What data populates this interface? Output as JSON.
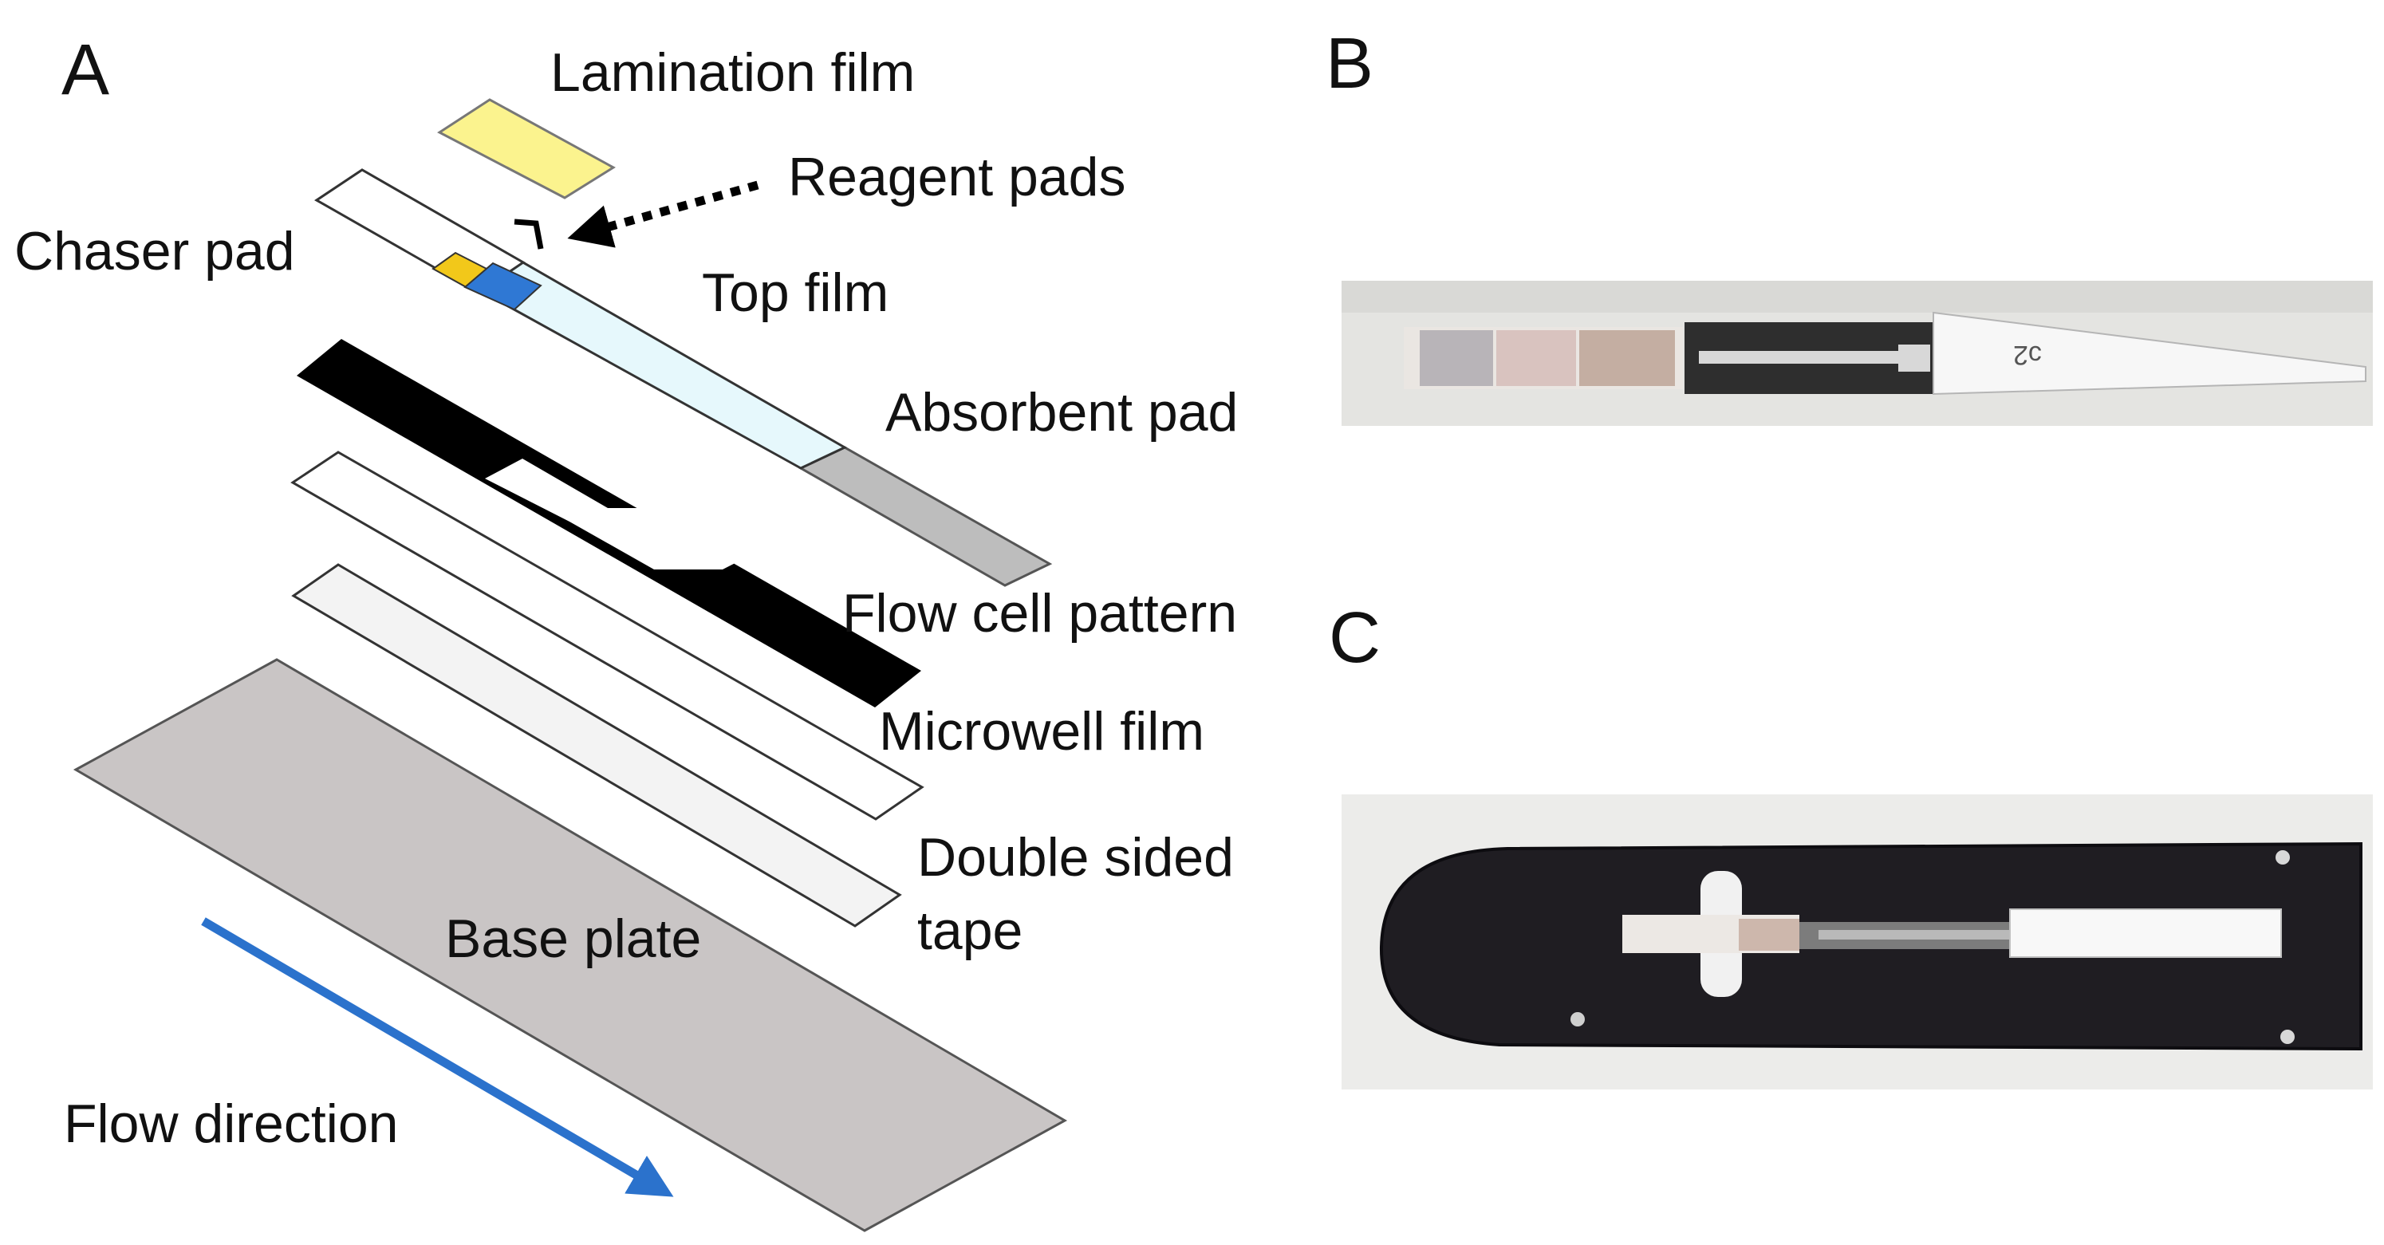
{
  "panels": {
    "a": "A",
    "b": "B",
    "c": "C"
  },
  "labels": {
    "lamination_film": "Lamination film",
    "reagent_pads": "Reagent pads",
    "chaser_pad": "Chaser pad",
    "top_film": "Top film",
    "absorbent_pad": "Absorbent pad",
    "flow_cell_pattern": "Flow cell pattern",
    "microwell_film": "Microwell film",
    "double_sided_tape_line1": "Double sided",
    "double_sided_tape_line2": "tape",
    "base_plate": "Base plate",
    "flow_direction": "Flow direction"
  },
  "colors": {
    "lamination_film": "#fbf38e",
    "reagent_pad_yellow": "#f2c81a",
    "reagent_pad_blue": "#2f78d4",
    "top_film": "#e6f8fc",
    "absorbent_pad": "#bdbdbd",
    "flow_cell_pattern": "#000000",
    "double_sided_tape": "#f3f3f3",
    "base_plate": "#c9c5c5",
    "flow_arrow": "#2b72cc"
  }
}
